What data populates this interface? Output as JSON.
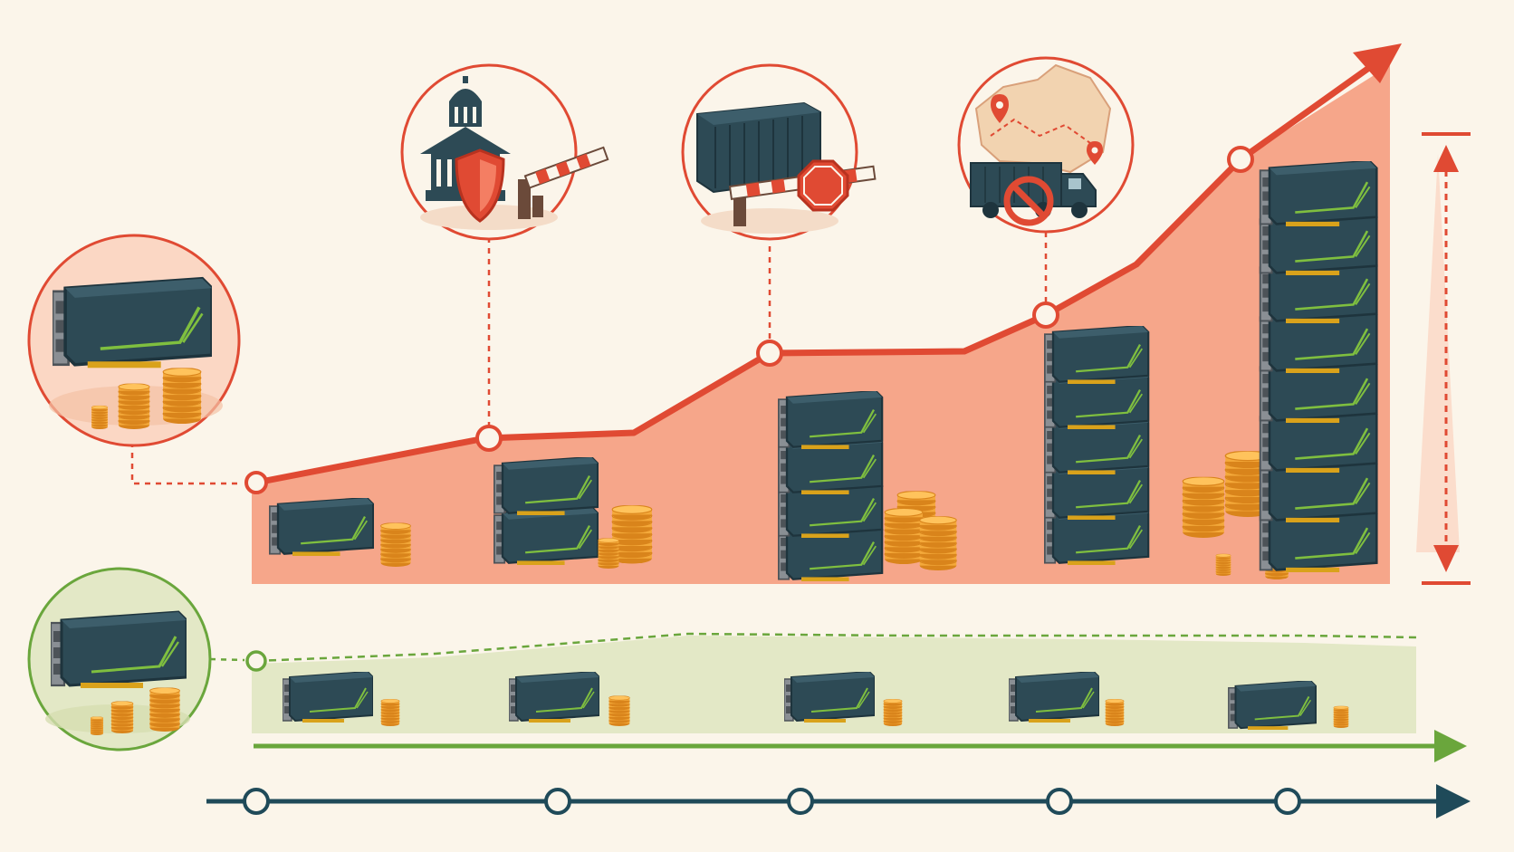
{
  "colors": {
    "background": "#fbf5ea",
    "rising_line": "#e04a33",
    "rising_fill": "#f6a68a",
    "rising_fill_light": "#fbd7c4",
    "flat_line": "#6aa63c",
    "flat_fill": "#e3e8c6",
    "timeline": "#1f4a59",
    "gpu_body": "#2d4a55",
    "gpu_dark": "#1e343d",
    "gpu_accent": "#7fbf3f",
    "gpu_bracket": "#8a8f94",
    "coin": "#f4a93a",
    "coin_edge": "#d9841b",
    "coin_top": "#ffc35c",
    "building": "#2d4a55",
    "shield": "#e04a33",
    "map": "#f2d3b0"
  },
  "icons": {
    "policy": [
      "government-building-icon",
      "shield-icon",
      "barrier-gate-icon"
    ],
    "trade": [
      "shipping-container-icon",
      "stop-sign-icon",
      "barrier-gate-icon"
    ],
    "logistics": [
      "map-icon",
      "location-pin-icon",
      "truck-icon",
      "prohibited-icon"
    ],
    "hardware": [
      "gpu-card-icon",
      "coin-stack-icon"
    ]
  },
  "chart_data": {
    "type": "area",
    "x": [
      1,
      2,
      3,
      4,
      5
    ],
    "series": [
      {
        "values": [
          1,
          2,
          4,
          5,
          8
        ],
        "color": "#e04a33"
      },
      {
        "values": [
          1,
          1,
          1,
          1,
          1
        ],
        "color": "#6aa63c"
      }
    ],
    "milestones": [
      {
        "after_point": 2,
        "icon": "policy"
      },
      {
        "after_point": 3,
        "icon": "trade"
      },
      {
        "after_point": 4,
        "icon": "logistics"
      }
    ]
  }
}
